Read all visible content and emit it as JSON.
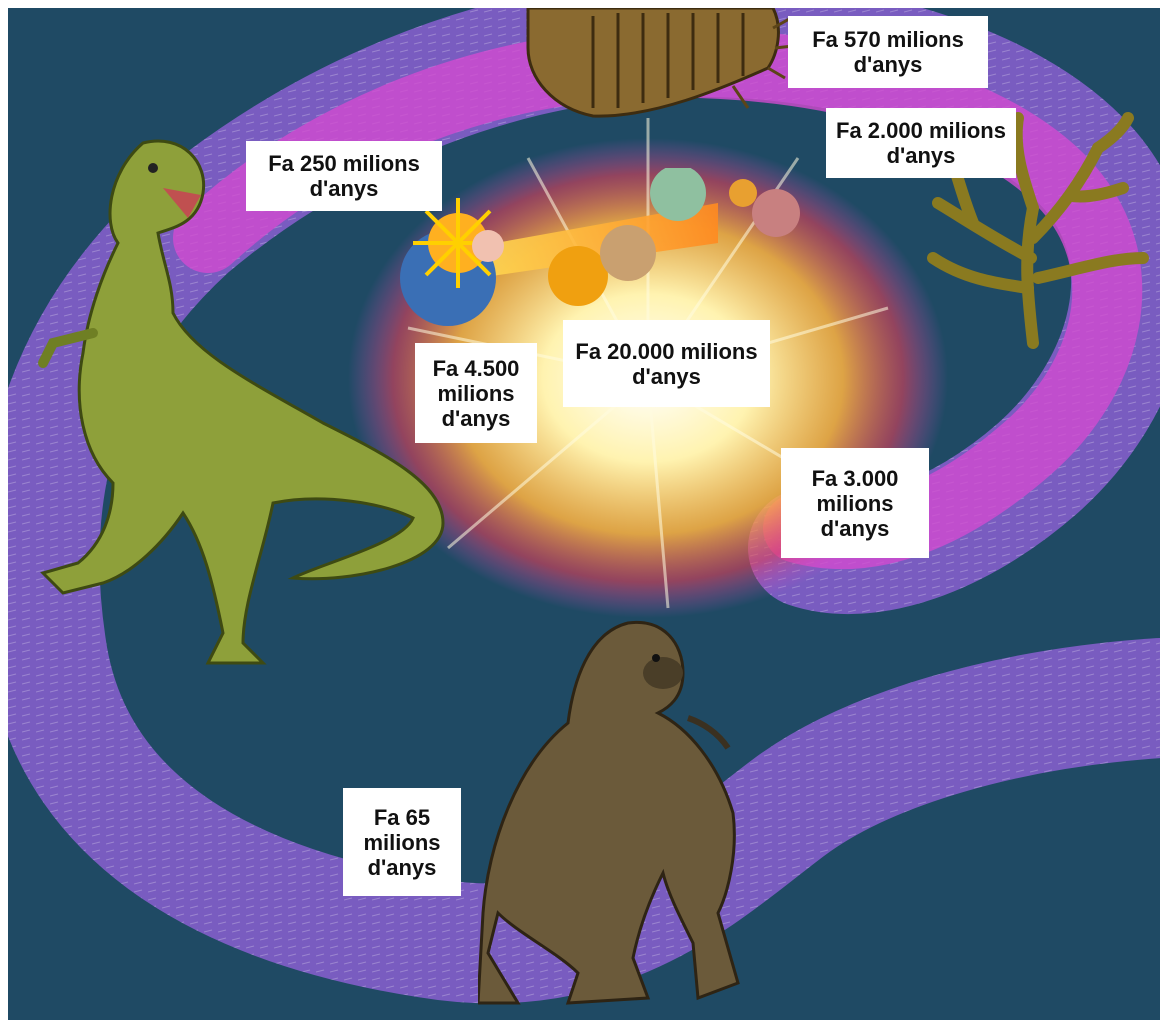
{
  "labels": {
    "big_bang": "Fa 20.000 milions d'anys",
    "solar_system": "Fa 4.500 milions d'anys",
    "first_life": "Fa 3.000 milions d'anys",
    "algae": "Fa 2.000 milions d'anys",
    "trilobite": "Fa 570 milions d'anys",
    "dinosaur": "Fa 250 milions d'anys",
    "primate": "Fa 65 milions d'anys"
  },
  "colors": {
    "background": "#1f4a64",
    "spiral_outer": "#8a5fd0",
    "spiral_inner": "#d24bd0",
    "core_glow": "#fff3b0",
    "label_bg": "#ffffff"
  },
  "icons": [
    "trilobite-icon",
    "algae-icon",
    "dinosaur-icon",
    "primate-icon",
    "planets-icon",
    "big-bang-icon"
  ]
}
